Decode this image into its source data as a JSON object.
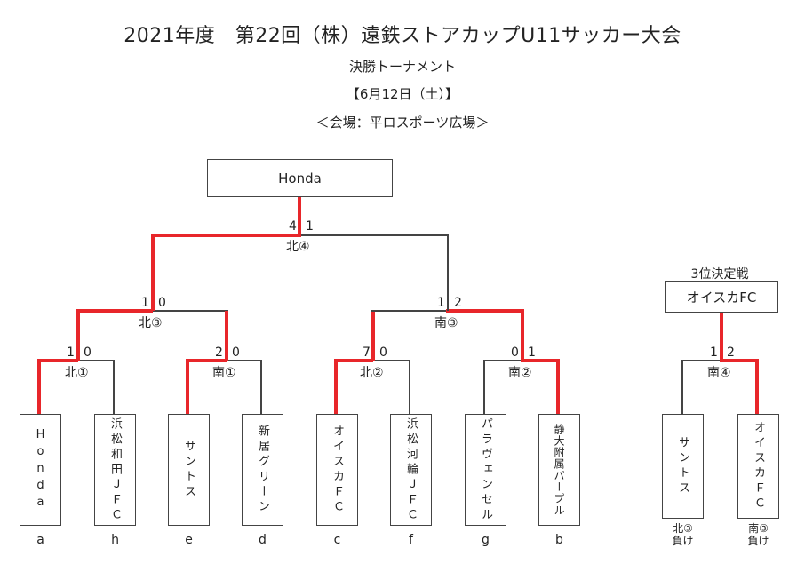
{
  "header": {
    "title": "2021年度　第22回（株）遠鉄ストアカップU11サッカー大会",
    "subtitle": "決勝トーナメント",
    "date": "【6月12日（土）】",
    "venue": "＜会場：平ロスポーツ広場＞"
  },
  "champion": "Honda",
  "third_place": {
    "label": "3位決定戦",
    "winner": "オイスカFC"
  },
  "teams": [
    {
      "name": "Honda",
      "slot": "a"
    },
    {
      "name": "浜松和田ＪＦＣ",
      "slot": "h"
    },
    {
      "name": "サントス",
      "slot": "e"
    },
    {
      "name": "新居グリーン",
      "slot": "d"
    },
    {
      "name": "オイスカＦＣ",
      "slot": "c"
    },
    {
      "name": "浜松河輪ＪＦＣ",
      "slot": "f"
    },
    {
      "name": "パラヴェンセル",
      "slot": "g"
    },
    {
      "name": "静大附属パープル",
      "slot": "b"
    },
    {
      "name": "サントス",
      "slot": "北③負け"
    },
    {
      "name": "オイスカＦＣ",
      "slot": "南③負け"
    }
  ],
  "third_notes": {
    "left": "北③\n負け",
    "right": "南③\n負け"
  },
  "matches": [
    {
      "label": "北①",
      "score_left": "1",
      "score_right": "0"
    },
    {
      "label": "南①",
      "score_left": "2",
      "score_right": "0"
    },
    {
      "label": "北②",
      "score_left": "7",
      "score_right": "0"
    },
    {
      "label": "南②",
      "score_left": "0",
      "score_right": "1"
    },
    {
      "label": "北③",
      "score_left": "1",
      "score_right": "0"
    },
    {
      "label": "南③",
      "score_left": "1",
      "score_right": "2"
    },
    {
      "label": "北④",
      "score_left": "4",
      "score_right": "1"
    },
    {
      "label": "南④",
      "score_left": "1",
      "score_right": "2"
    }
  ],
  "colors": {
    "winner_line": "#e8262a",
    "line": "#444444"
  }
}
